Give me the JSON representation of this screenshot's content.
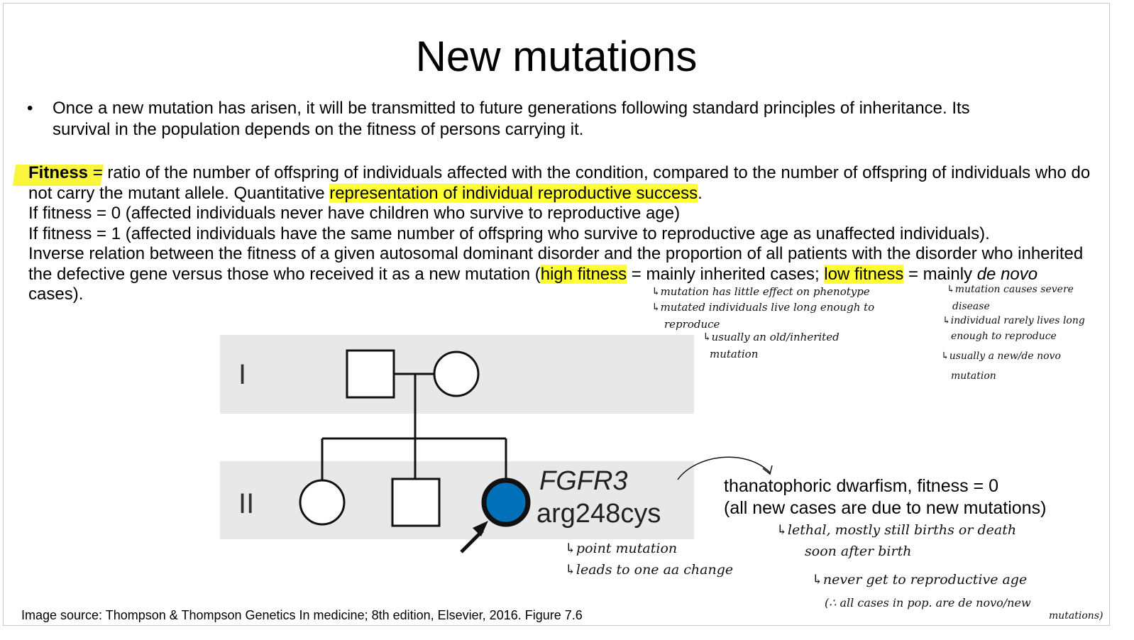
{
  "title": "New mutations",
  "bullet": "Once a new mutation has arisen, it will be transmitted to future generations following standard principles of inheritance. Its survival in the population depends on the fitness of persons carrying it.",
  "fitness": {
    "term": "Fitness",
    "eq": " = ",
    "def_1": "ratio of the number of offspring of individuals affected with the condition, compared to the number of offspring of individuals who do not carry the mutant allele. Quantitative ",
    "def_hl": "representation of individual reproductive success",
    "def_end": ".",
    "line_2": "If fitness = 0 (affected individuals never have children who survive to reproductive age)",
    "line_3": "If fitness = 1 (affected individuals have the same number of offspring who survive to reproductive age as unaffected individuals).",
    "line_4a": "Inverse relation between the fitness of a given autosomal dominant disorder and the proportion of all patients with the disorder who inherited the defective gene versus those who received it as a new mutation (",
    "high": "high fitness",
    "line_4b": " = mainly inherited cases; ",
    "low": "low fitness",
    "line_4c": " = mainly ",
    "de_novo": "de novo",
    "line_4d": " cases)."
  },
  "pedigree": {
    "gen1": "I",
    "gen2": "II",
    "gene": "FGFR3",
    "variant": "arg248cys",
    "affected_color": "#0070b8",
    "band_color": "#e8e8e8"
  },
  "condition": {
    "line1": "thanatophoric dwarfism, fitness = 0",
    "line2": "(all new cases are due to new mutations)"
  },
  "handwritten": {
    "high_fitness_notes": [
      "↳mutation has little effect on phenotype",
      "↳mutated individuals live long enough to",
      "reproduce",
      "↳usually an old/inherited",
      "mutation"
    ],
    "low_fitness_notes": [
      "↳mutation causes severe",
      "disease",
      "↳individual rarely lives long",
      "enough to reproduce",
      "↳usually a new/de novo",
      "mutation"
    ],
    "variant_notes": [
      "↳point mutation",
      "↳leads to one aa change"
    ],
    "condition_notes": [
      "↳lethal, mostly still births or death",
      "soon after birth",
      "↳never get to reproductive age",
      "(∴ all cases in pop. are de novo/new",
      "mutations)"
    ]
  },
  "source": "Image source: Thompson & Thompson Genetics In medicine; 8th edition, Elsevier, 2016. Figure 7.6"
}
